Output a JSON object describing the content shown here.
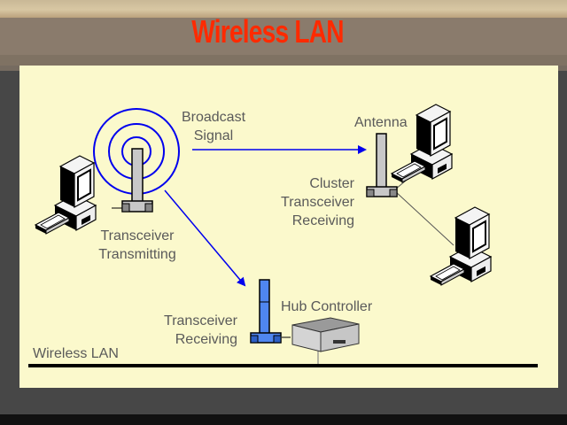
{
  "slide": {
    "title": "Wireless LAN",
    "title_color": "#ff2a00"
  },
  "diagram": {
    "labels": {
      "broadcast_signal": [
        "Broadcast",
        "Signal"
      ],
      "antenna": "Antenna",
      "cluster": [
        "Cluster",
        "Transceiver",
        "Receiving"
      ],
      "transceiver_transmitting": [
        "Transceiver",
        "Transmitting"
      ],
      "transceiver_receiving": [
        "Transceiver",
        "Receiving"
      ],
      "hub_controller": "Hub Controller",
      "wireless_lan": "Wireless LAN"
    },
    "colors": {
      "signal": "#0000ee",
      "panel_bg": "#fbf9cc",
      "text": "#5a5a5a",
      "receiving_transceiver": "#4f86f0"
    },
    "nodes": [
      {
        "id": "pc-transmitting",
        "type": "computer"
      },
      {
        "id": "transceiver-transmitting",
        "type": "antenna"
      },
      {
        "id": "cluster-antenna",
        "type": "antenna"
      },
      {
        "id": "pc-cluster-1",
        "type": "computer"
      },
      {
        "id": "pc-cluster-2",
        "type": "computer"
      },
      {
        "id": "transceiver-receiving",
        "type": "antenna"
      },
      {
        "id": "hub-controller",
        "type": "hub"
      }
    ],
    "edges": [
      {
        "from": "transceiver-transmitting",
        "to": "cluster-antenna",
        "style": "arrow"
      },
      {
        "from": "transceiver-transmitting",
        "to": "transceiver-receiving",
        "style": "arrow"
      },
      {
        "from": "cluster-antenna",
        "to": "pc-cluster-1",
        "style": "line"
      },
      {
        "from": "cluster-antenna",
        "to": "pc-cluster-2",
        "style": "line"
      },
      {
        "from": "pc-transmitting",
        "to": "transceiver-transmitting",
        "style": "line"
      },
      {
        "from": "transceiver-receiving",
        "to": "hub-controller",
        "style": "line"
      },
      {
        "from": "hub-controller",
        "to": "wireless-lan-bus",
        "style": "line"
      }
    ]
  }
}
